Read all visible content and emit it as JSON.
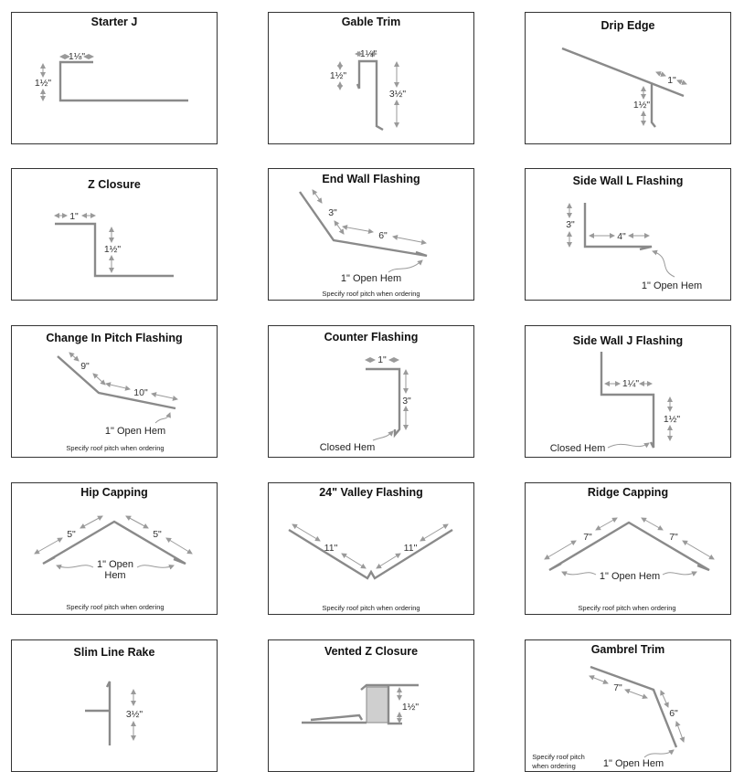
{
  "panels": [
    {
      "title": "Starter J",
      "dims": [
        "1⅛\"",
        "1½\""
      ]
    },
    {
      "title": "Gable Trim",
      "dims": [
        "1¼\"",
        "1½\"",
        "3½\""
      ]
    },
    {
      "title": "Drip Edge",
      "dims": [
        "1\"",
        "1½\""
      ]
    },
    {
      "title": "Z Closure",
      "dims": [
        "1\"",
        "1½\""
      ]
    },
    {
      "title": "End Wall Flashing",
      "dims": [
        "3\"",
        "6\""
      ],
      "hem": "1\" Open Hem",
      "note": "Specify roof pitch when ordering"
    },
    {
      "title": "Side Wall L Flashing",
      "dims": [
        "3\"",
        "4\""
      ],
      "hem": "1\" Open Hem"
    },
    {
      "title": "Change In Pitch Flashing",
      "dims": [
        "9\"",
        "10\""
      ],
      "hem": "1\" Open Hem",
      "note": "Specify roof pitch when ordering"
    },
    {
      "title": "Counter Flashing",
      "dims": [
        "1\"",
        "3\""
      ],
      "hem": "Closed Hem"
    },
    {
      "title": "Side Wall J Flashing",
      "dims": [
        "1¼\"",
        "1½\""
      ],
      "hem": "Closed Hem"
    },
    {
      "title": "Hip Capping",
      "dims": [
        "5\"",
        "5\""
      ],
      "hem1": "1\" Open",
      "hem2": "Hem",
      "note": "Specify roof pitch when ordering"
    },
    {
      "title": "24\" Valley Flashing",
      "dims": [
        "11\"",
        "11\""
      ],
      "note": "Specify roof pitch when ordering"
    },
    {
      "title": "Ridge Capping",
      "dims": [
        "7\"",
        "7\""
      ],
      "hem": "1\" Open Hem",
      "note": "Specify roof pitch when ordering"
    },
    {
      "title": "Slim Line Rake",
      "dims": [
        "3½\""
      ]
    },
    {
      "title": "Vented Z Closure",
      "dims": [
        "1½\""
      ]
    },
    {
      "title": "Gambrel Trim",
      "dims": [
        "7\"",
        "6\""
      ],
      "hem": "1\" Open Hem",
      "note1": "Specify roof pitch",
      "note2": "when ordering"
    }
  ]
}
